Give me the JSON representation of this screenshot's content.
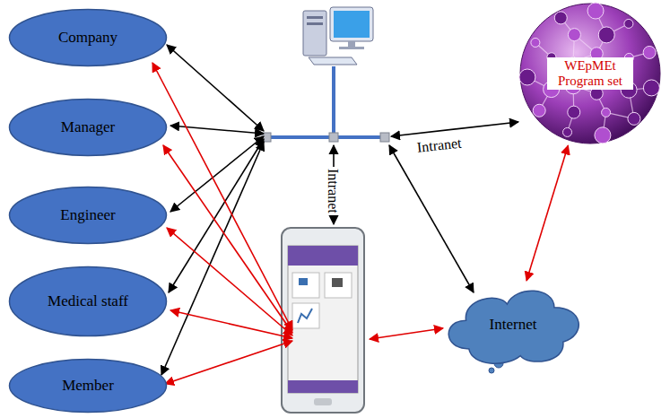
{
  "diagram": {
    "nodes": [
      {
        "text": [
          "Company"
        ]
      },
      {
        "text": [
          "Manager"
        ]
      },
      {
        "text": [
          "Engineer"
        ]
      },
      {
        "text": [
          "Medical staff"
        ]
      },
      {
        "text": [
          "Member"
        ]
      },
      {
        "text": [
          "WEpMEt Program set"
        ]
      },
      {
        "text": [
          "Internet"
        ]
      }
    ],
    "edges": [
      {
        "from": 6,
        "to": 5,
        "arrow": "both"
      }
    ],
    "labels": [
      "Intranet",
      "Intranet"
    ]
  }
}
